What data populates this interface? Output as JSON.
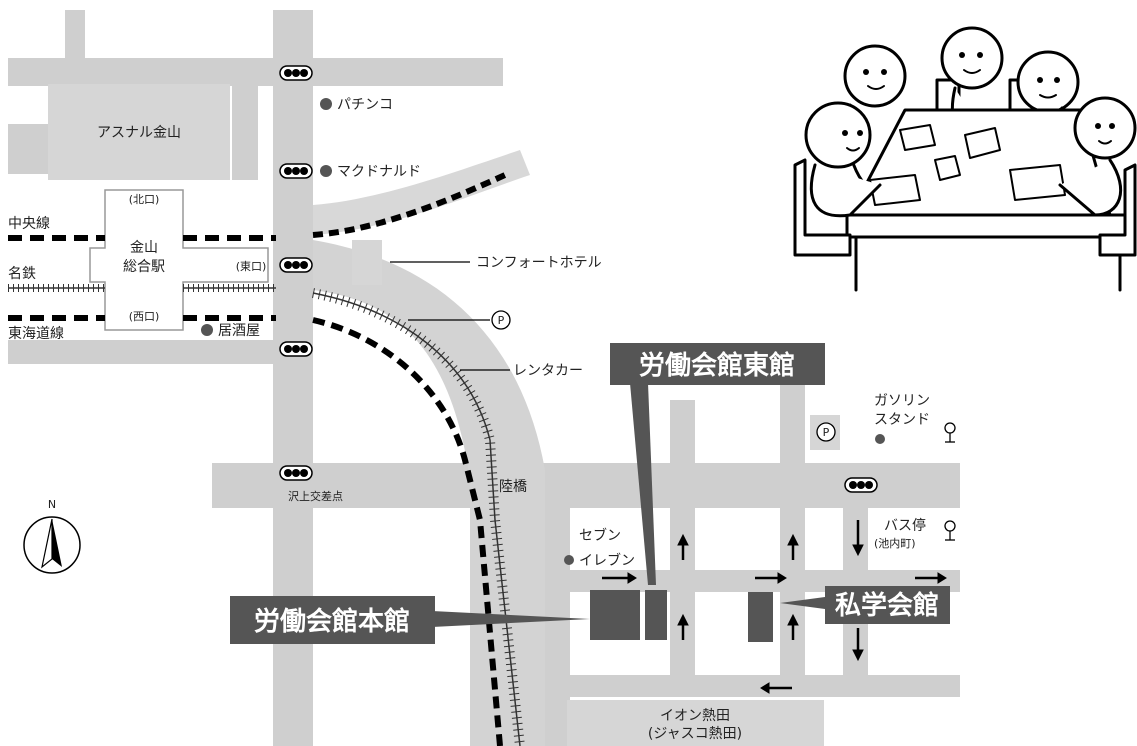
{
  "landmarks": {
    "asunal": "アスナル金山",
    "pachinko": "パチンコ",
    "mcdonalds": "マクドナルド",
    "comfort_hotel": "コンフォートホテル",
    "parking": "P",
    "rentacar": "レンタカー",
    "izakaya": "居酒屋",
    "gas_station_1": "ガソリン",
    "gas_station_2": "スタンド",
    "seven_1": "セブン",
    "seven_2": "イレブン",
    "bus_stop_1": "バス停",
    "bus_stop_2": "(池内町)",
    "aeon_1": "イオン熱田",
    "aeon_2": "(ジャスコ熱田)"
  },
  "station": {
    "name_1": "金山",
    "name_2": "総合駅",
    "north_exit": "(北口)",
    "east_exit": "(東口)",
    "west_exit": "(西口)"
  },
  "lines": {
    "chuo": "中央線",
    "meitetsu": "名鉄",
    "tokaido": "東海道線"
  },
  "intersections": {
    "sawakami": "沢上交差点",
    "rikkyo": "陸橋"
  },
  "venues": {
    "honkan": "労働会館本館",
    "higashikan": "労働会館東館",
    "shigaku": "私学会館"
  },
  "compass": {
    "north": "N"
  }
}
